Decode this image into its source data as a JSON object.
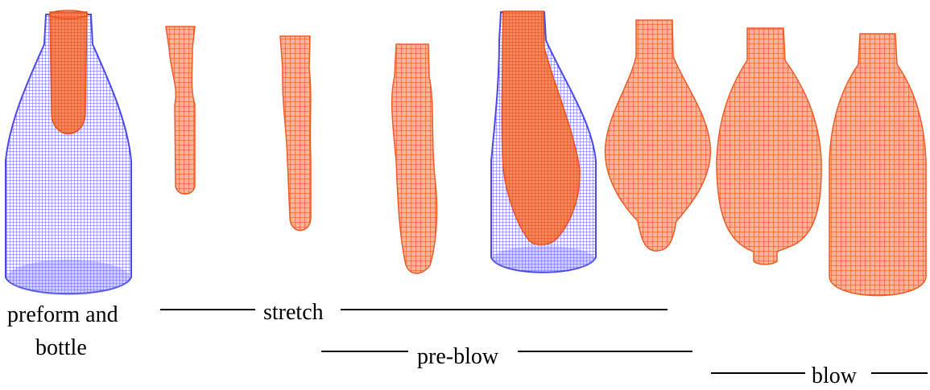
{
  "diagram": {
    "colors": {
      "bottle": "#5a5ae6",
      "preform": "#ee5a24",
      "background": "#ffffff"
    },
    "figures": [
      {
        "name": "preform-and-bottle",
        "kind": "bottle-with-preform"
      },
      {
        "name": "stretch-stage-1",
        "kind": "preform"
      },
      {
        "name": "stretch-stage-2",
        "kind": "preform"
      },
      {
        "name": "stretch-stage-3",
        "kind": "preform"
      },
      {
        "name": "pre-blow-in-bottle",
        "kind": "bottle-with-preform"
      },
      {
        "name": "blow-stage-1",
        "kind": "preform"
      },
      {
        "name": "blow-stage-2",
        "kind": "preform"
      },
      {
        "name": "blow-stage-3",
        "kind": "preform"
      }
    ],
    "labels": {
      "preform_and": "preform and",
      "bottle": "bottle",
      "stretch": "stretch",
      "pre_blow": "pre-blow",
      "blow": "blow"
    }
  }
}
